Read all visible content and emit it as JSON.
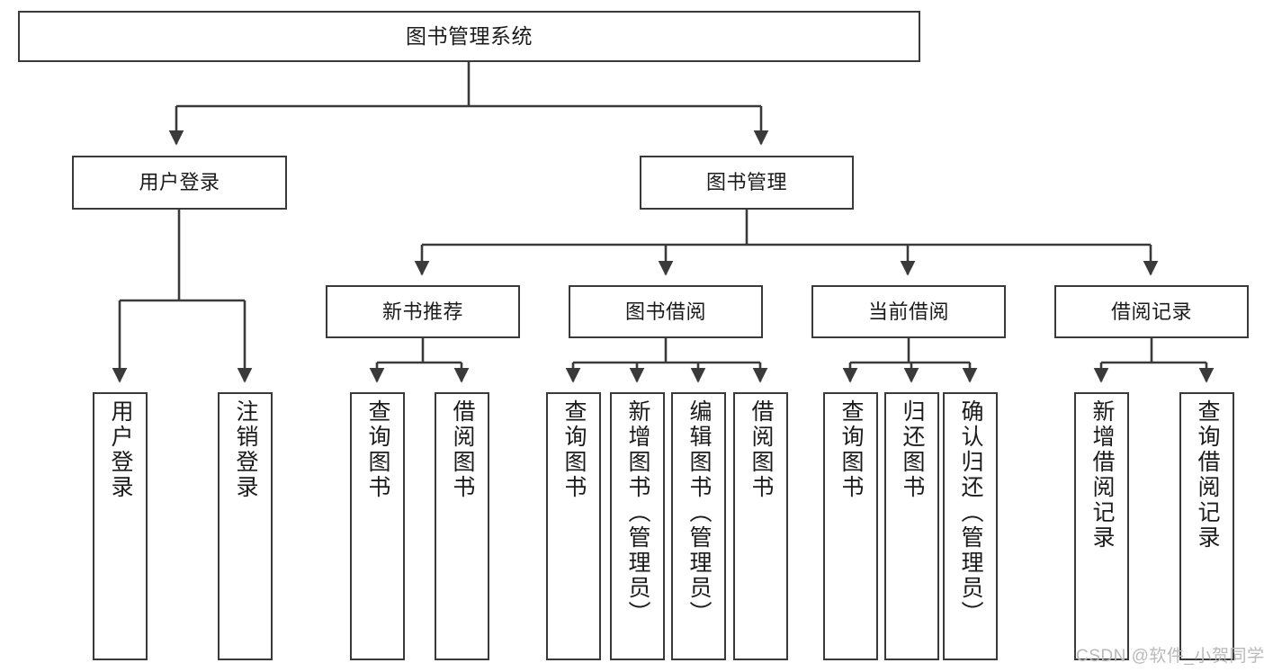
{
  "diagram": {
    "title": "图书管理系统",
    "type": "hierarchy-tree",
    "orientation": "top-down",
    "colors": {
      "box_border": "#3a3a3a",
      "box_fill": "#ffffff",
      "connector": "#3a3a3a",
      "text": "#1b1b1b",
      "watermark": "#b9b9b9",
      "background": "#ffffff"
    },
    "nodes": {
      "root": {
        "label": "图书管理系统"
      },
      "level2": [
        {
          "id": "user-login",
          "label": "用户登录"
        },
        {
          "id": "book-management",
          "label": "图书管理"
        }
      ],
      "level3": [
        {
          "id": "new-book-recommend",
          "label": "新书推荐"
        },
        {
          "id": "book-borrow",
          "label": "图书借阅"
        },
        {
          "id": "current-borrow",
          "label": "当前借阅"
        },
        {
          "id": "borrow-record",
          "label": "借阅记录"
        }
      ],
      "leaves": {
        "user_login": [
          {
            "id": "leaf-user-login",
            "label": "用户登录"
          },
          {
            "id": "leaf-logout-login",
            "label": "注销登录"
          }
        ],
        "new_book_recommend": [
          {
            "id": "leaf-query-book-1",
            "label": "查询图书"
          },
          {
            "id": "leaf-borrow-book-1",
            "label": "借阅图书"
          }
        ],
        "book_borrow": [
          {
            "id": "leaf-query-book-2",
            "label": "查询图书"
          },
          {
            "id": "leaf-add-book",
            "label": "新增图书（管理员）"
          },
          {
            "id": "leaf-edit-book",
            "label": "编辑图书（管理员）"
          },
          {
            "id": "leaf-borrow-book-2",
            "label": "借阅图书"
          }
        ],
        "current_borrow": [
          {
            "id": "leaf-query-book-3",
            "label": "查询图书"
          },
          {
            "id": "leaf-return-book",
            "label": "归还图书"
          },
          {
            "id": "leaf-confirm-return",
            "label": "确认归还（管理员）"
          }
        ],
        "borrow_record": [
          {
            "id": "leaf-add-record",
            "label": "新增借阅记录"
          },
          {
            "id": "leaf-query-record",
            "label": "查询借阅记录"
          }
        ]
      }
    }
  },
  "watermark": {
    "text": "CSDN @软件_小贺同学"
  }
}
